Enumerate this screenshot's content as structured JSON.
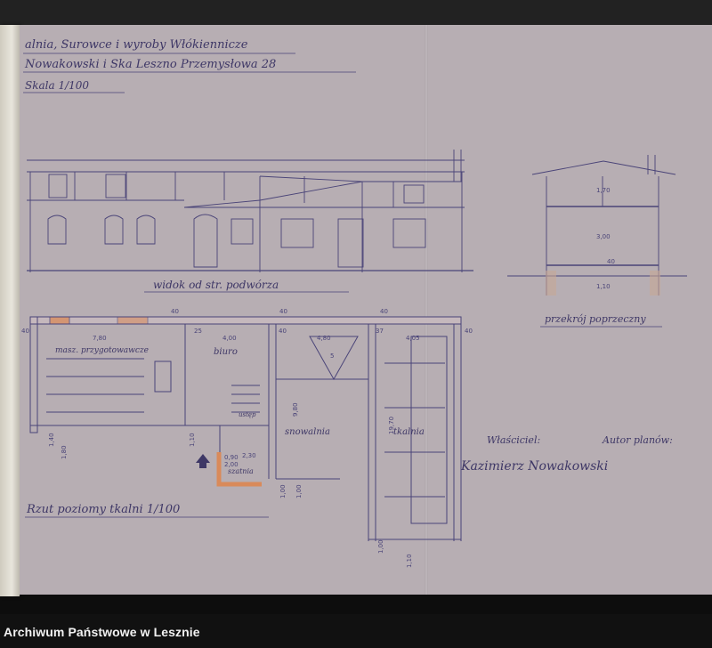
{
  "header": {
    "line1": "alnia, Surowce i wyroby Włókiennicze",
    "line2": "Nowakowski i Ska Leszno Przemysłowa 28",
    "scale": "Skala 1/100"
  },
  "titles": {
    "elevation": "widok od str. podwórza",
    "section": "przekrój poprzeczny",
    "plan": "Rzut poziomy tkalni 1/100"
  },
  "rooms": {
    "prep": "masz. przygotowawcze",
    "office": "biuro",
    "reeling": "snowalnia",
    "weaving": "tkalnia",
    "toilet": "ustęp",
    "lavatory": "szatnia"
  },
  "dimensions": {
    "prep_width": "7,80",
    "office_width": "4,00",
    "reeling_width": "4,80",
    "weaving_width": "4,05",
    "pier1": "25",
    "pier2": "37",
    "wall_a": "40",
    "wall_b": "40",
    "wall_c": "40",
    "wall_d": "40",
    "wall_e": "40",
    "wall_f": "40",
    "stair_w": "2,30",
    "length_reeling": "9,80",
    "length_weaving": "19,70",
    "section_h1": "1,70",
    "section_h2": "3,00",
    "section_f": "40",
    "section_g": "1,10",
    "left_dim1": "1,40",
    "left_dim2": "1,80",
    "left_dim3": "1,10",
    "doors_a": "0,90",
    "doors_b": "2,00",
    "door_c": "1,00",
    "door_d": "1,00",
    "door_e": "1,00",
    "door_f": "1,10",
    "room_no_v": "5"
  },
  "signatures": {
    "owner_label": "Właściciel:",
    "author_label": "Autor planów:",
    "owner_name": "Kazimierz Nowakowski"
  },
  "footer": {
    "archive": "Archiwum Państwowe w Lesznie"
  },
  "colors": {
    "paper": "#b7aeb3",
    "ink": "#3e3766",
    "brick": "#d98a5a"
  }
}
